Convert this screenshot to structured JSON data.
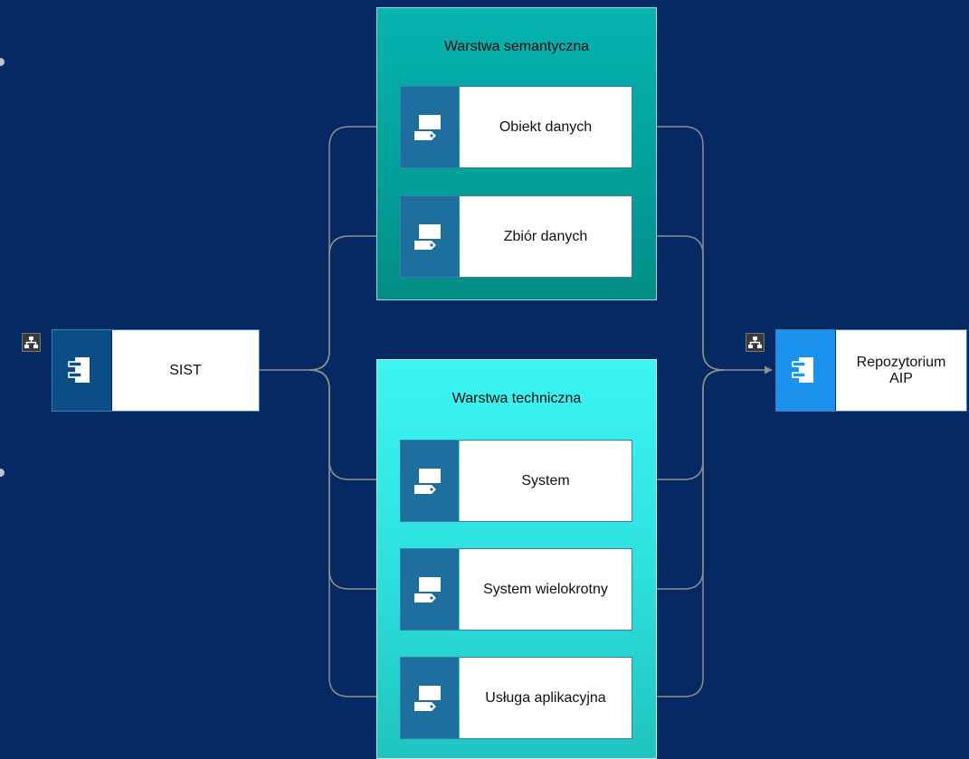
{
  "colors": {
    "background": "#052a63",
    "semantic_group": "#03a39d",
    "technical_group": "#2ee2de",
    "object_strip": "#1f6f9e",
    "sist_strip": "#0c4f86",
    "repo_strip": "#1a93ee",
    "connector": "#8e8e8e"
  },
  "groups": {
    "semantic": {
      "title": "Warstwa semantyczna"
    },
    "technical": {
      "title": "Warstwa techniczna"
    }
  },
  "nodes": {
    "sist": {
      "label": "SIST",
      "icon": "application-component-icon"
    },
    "repository": {
      "label_line1": "Repozytorium",
      "label_line2": "AIP",
      "icon": "application-component-icon"
    },
    "data_object": {
      "label": "Obiekt danych",
      "icon": "data-object-icon"
    },
    "data_set": {
      "label": "Zbiór danych",
      "icon": "data-object-icon"
    },
    "system": {
      "label": "System",
      "icon": "data-object-icon"
    },
    "multi_system": {
      "label": "System wielokrotny",
      "icon": "data-object-icon"
    },
    "app_service": {
      "label": "Usługa aplikacyjna",
      "icon": "data-object-icon"
    }
  },
  "badges": {
    "sist": {
      "icon": "hierarchy-icon"
    },
    "repository": {
      "icon": "hierarchy-icon"
    }
  }
}
